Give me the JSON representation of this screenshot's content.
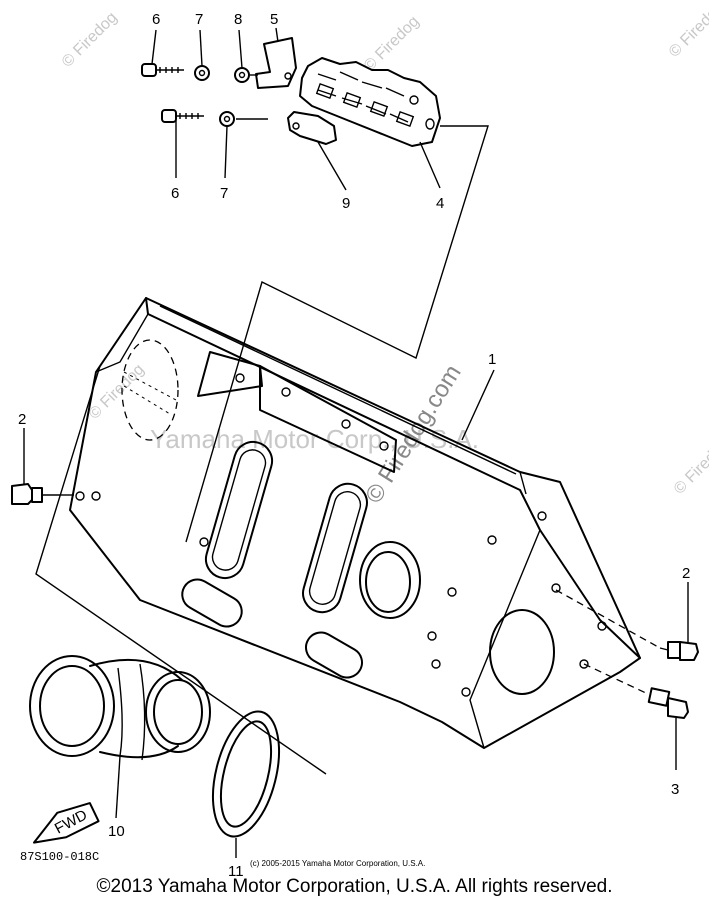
{
  "watermarks": {
    "center": "Yamaha Motor Corp., U.S.A.",
    "diagonal": "© Firedog.com",
    "corner": "© Firedog"
  },
  "callouts": [
    {
      "id": "1",
      "text": "1"
    },
    {
      "id": "2a",
      "text": "2"
    },
    {
      "id": "2b",
      "text": "2"
    },
    {
      "id": "3",
      "text": "3"
    },
    {
      "id": "4",
      "text": "4"
    },
    {
      "id": "5",
      "text": "5"
    },
    {
      "id": "6a",
      "text": "6"
    },
    {
      "id": "6b",
      "text": "6"
    },
    {
      "id": "7a",
      "text": "7"
    },
    {
      "id": "7b",
      "text": "7"
    },
    {
      "id": "8",
      "text": "8"
    },
    {
      "id": "9",
      "text": "9"
    },
    {
      "id": "10",
      "text": "10"
    },
    {
      "id": "11",
      "text": "11"
    }
  ],
  "fwd_label": "FWD",
  "diagram_code": "87S100-018C",
  "fine_print": "(c) 2005-2015 Yamaha Motor Corporation, U.S.A.",
  "footer": "©2013 Yamaha Motor Corporation, U.S.A. All rights reserved."
}
